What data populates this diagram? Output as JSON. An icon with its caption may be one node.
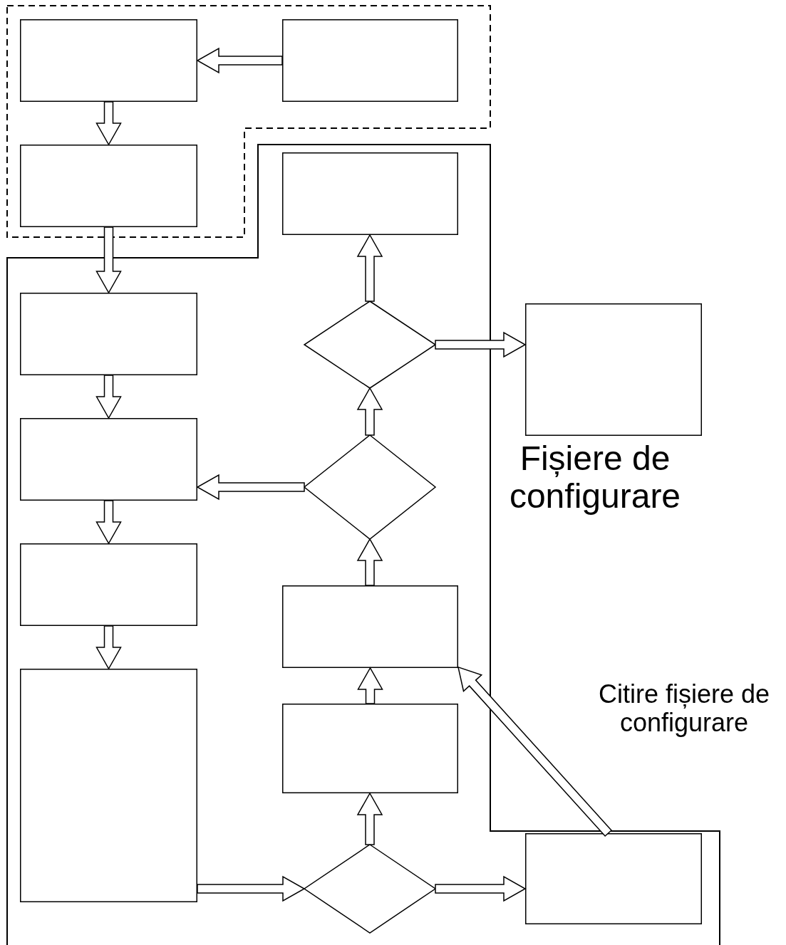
{
  "diagram": {
    "nodes": [
      {
        "text": [],
        "shape": "box"
      },
      {
        "text": [],
        "shape": "box"
      },
      {
        "text": [],
        "shape": "box"
      },
      {
        "text": [],
        "shape": "box"
      },
      {
        "text": [],
        "shape": "box"
      },
      {
        "text": [],
        "shape": "diamond"
      },
      {
        "text": [],
        "shape": "box"
      },
      {
        "text": [],
        "shape": "box"
      },
      {
        "text": [],
        "shape": "diamond"
      },
      {
        "text": [],
        "shape": "box"
      },
      {
        "text": [],
        "shape": "box"
      },
      {
        "text": [],
        "shape": "box"
      },
      {
        "text": [],
        "shape": "box"
      },
      {
        "text": [],
        "shape": "diamond"
      },
      {
        "text": [],
        "shape": "box"
      }
    ],
    "edges": [
      {
        "from": 1,
        "to": 0,
        "arrow": "to"
      },
      {
        "from": 0,
        "to": 2,
        "arrow": "to"
      },
      {
        "from": 2,
        "to": 4,
        "arrow": "to"
      },
      {
        "from": 4,
        "to": 7,
        "arrow": "to"
      },
      {
        "from": 7,
        "to": 9,
        "arrow": "to"
      },
      {
        "from": 9,
        "to": 11,
        "arrow": "to"
      },
      {
        "from": 11,
        "to": 13,
        "arrow": "to"
      },
      {
        "from": 13,
        "to": 14,
        "arrow": "to"
      },
      {
        "from": 13,
        "to": 12,
        "arrow": "to"
      },
      {
        "from": 12,
        "to": 10,
        "arrow": "to"
      },
      {
        "from": 10,
        "to": 8,
        "arrow": "to"
      },
      {
        "from": 8,
        "to": 7,
        "arrow": "to"
      },
      {
        "from": 8,
        "to": 5,
        "arrow": "to"
      },
      {
        "from": 5,
        "to": 3,
        "arrow": "to"
      },
      {
        "from": 5,
        "to": 6,
        "arrow": "to"
      },
      {
        "from": 14,
        "to": 10,
        "arrow": "to"
      }
    ],
    "labels": [
      "Fișiere de configurare",
      "Citire fișiere de configurare"
    ]
  }
}
